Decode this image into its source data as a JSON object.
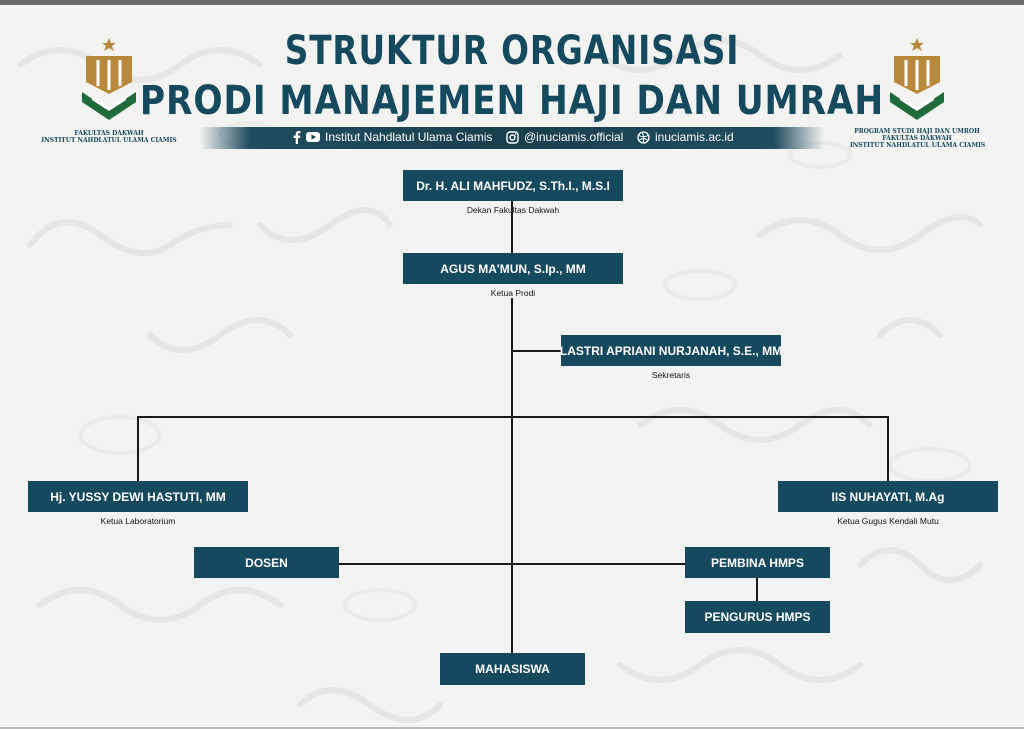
{
  "title": {
    "line1": "STRUKTUR ORGANISASI",
    "line2": "PRODI MANAJEMEN HAJI DAN UMRAH"
  },
  "social": {
    "facebook_youtube": "Institut Nahdlatul Ulama Ciamis",
    "instagram": "@inuciamis.official",
    "website": "inuciamis.ac.id",
    "icons": [
      "facebook-icon",
      "youtube-icon",
      "instagram-icon",
      "globe-icon"
    ]
  },
  "logos": {
    "left_caption": [
      "FAKULTAS DAKWAH",
      "INSTITUT NAHDLATUL ULAMA CIAMIS"
    ],
    "right_caption": [
      "PROGRAM STUDI HAJI DAN UMROH",
      "FAKULTAS DAKWAH",
      "INSTITUT NAHDLATUL ULAMA CIAMIS"
    ]
  },
  "org": {
    "dekan": {
      "name": "Dr. H. ALI MAHFUDZ, S.Th.I., M.S.I",
      "role": "Dekan Fakultas Dakwah"
    },
    "ketua": {
      "name": "AGUS MA'MUN, S.Ip., MM",
      "role": "Ketua Prodi"
    },
    "sekretaris": {
      "name": "LASTRI APRIANI NURJANAH, S.E., MM",
      "role": "Sekretaris"
    },
    "lab": {
      "name": "Hj. YUSSY DEWI HASTUTI, MM",
      "role": "Ketua Laboratorium"
    },
    "gkm": {
      "name": "IIS NUHAYATI, M.Ag",
      "role": "Ketua Gugus Kendali Mutu"
    },
    "dosen": {
      "name": "DOSEN"
    },
    "pembina": {
      "name": "PEMBINA HMPS"
    },
    "pengurus": {
      "name": "PENGURUS HMPS"
    },
    "mahasiswa": {
      "name": "MAHASISWA"
    }
  },
  "colors": {
    "primary": "#14495e",
    "gold": "#b8893a",
    "green": "#1f6b3a",
    "line": "#1b1b1b"
  }
}
